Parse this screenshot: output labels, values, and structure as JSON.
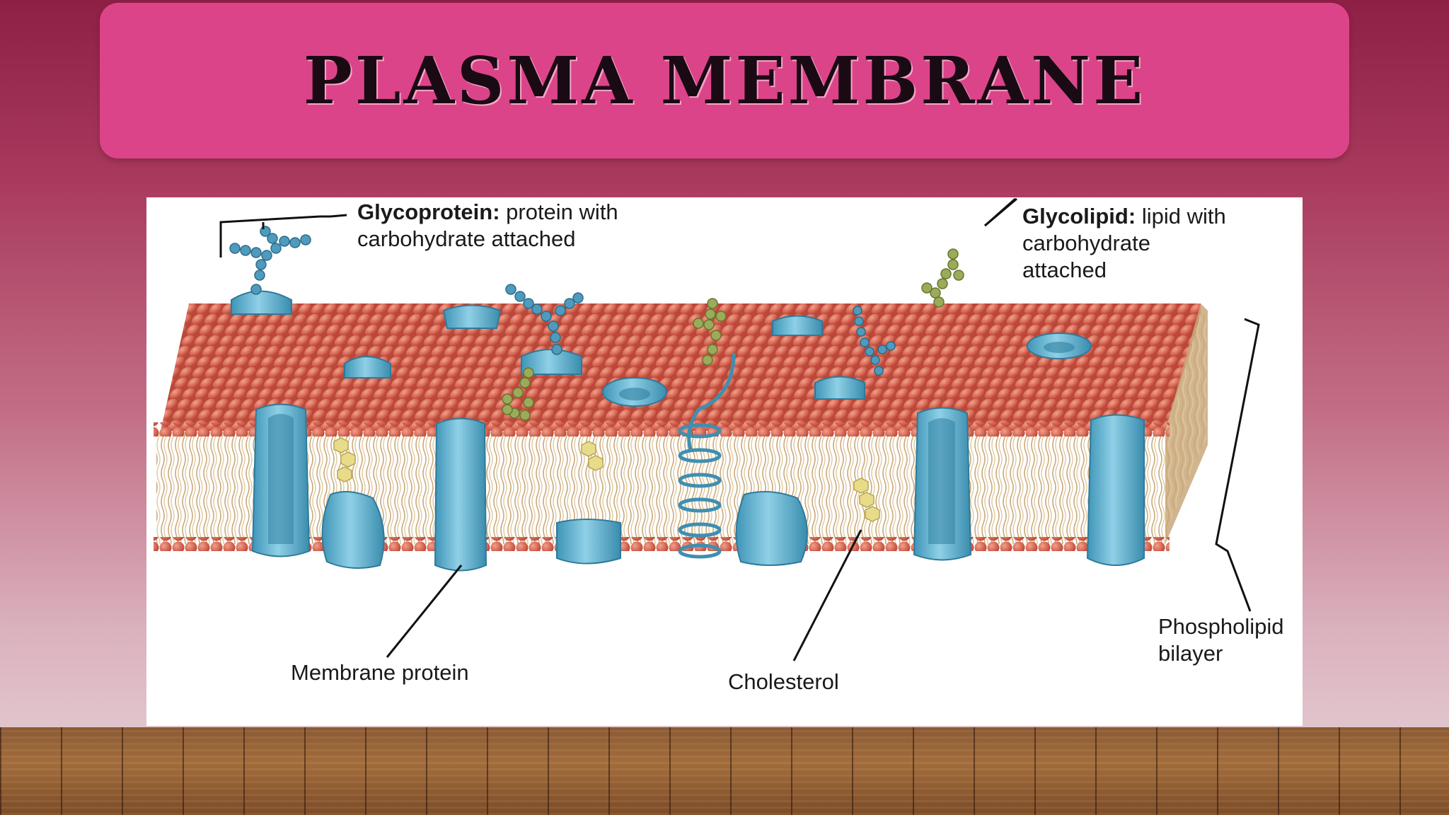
{
  "slide": {
    "title": "PLASMA MEMBRANE"
  },
  "diagram": {
    "labels": {
      "glycoprotein_term": "Glycoprotein:",
      "glycoprotein_desc_1": "protein with",
      "glycoprotein_desc_2": "carbohydrate attached",
      "glycolipid_term": "Glycolipid:",
      "glycolipid_desc_1": "lipid with",
      "glycolipid_desc_2": "carbohydrate",
      "glycolipid_desc_3": "attached",
      "membrane_protein": "Membrane protein",
      "cholesterol": "Cholesterol",
      "phospholipid_1": "Phospholipid",
      "phospholipid_2": "bilayer"
    },
    "colors": {
      "phospholipid_head": "#d9614e",
      "protein": "#5fb3cf",
      "glycoprotein_chain": "#4f9bbd",
      "glycolipid_chain": "#9aac5a",
      "cholesterol": "#e8dc8a",
      "title_bar": "#dc4489"
    }
  }
}
